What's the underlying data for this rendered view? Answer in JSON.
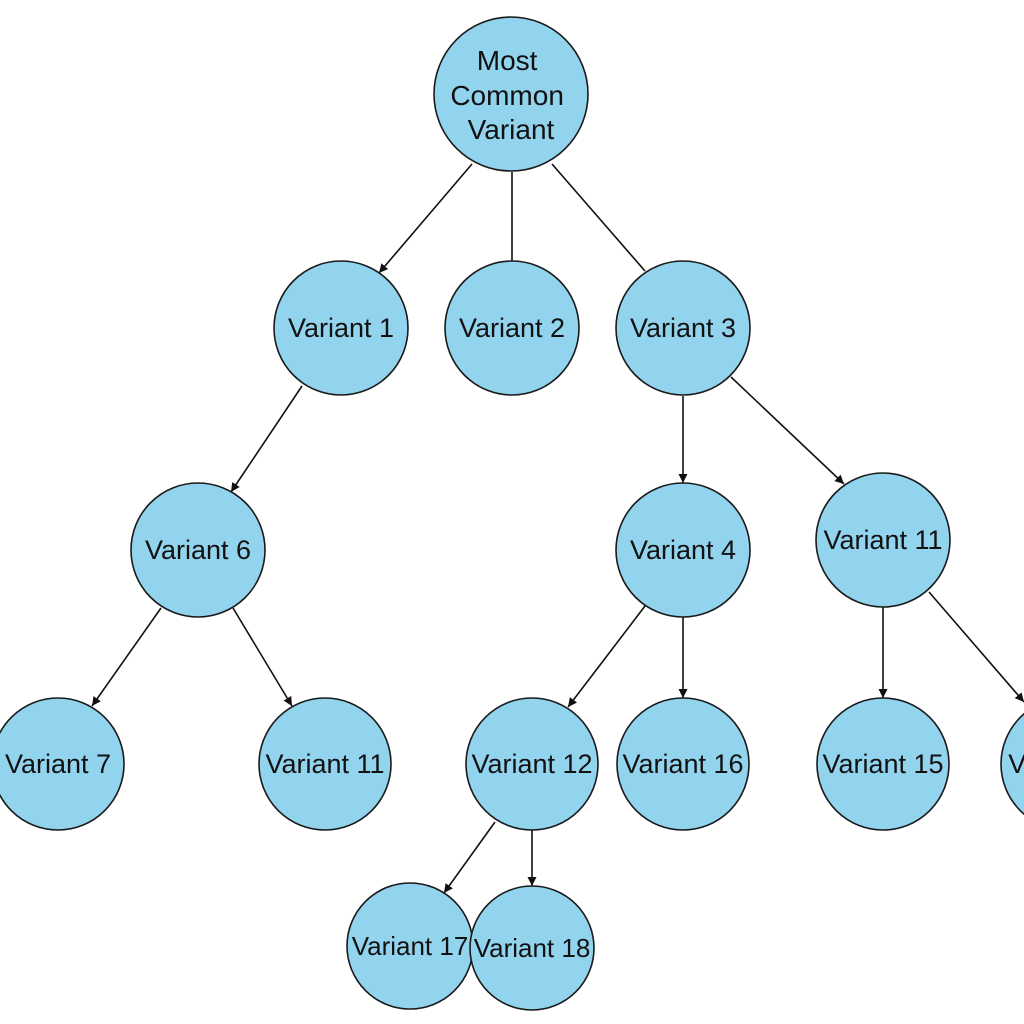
{
  "diagram": {
    "type": "tree",
    "node_fill": "#92d3ee",
    "node_stroke": "#1a1a1a",
    "edge_color": "#111111",
    "root": {
      "label_lines": [
        "Most",
        "Common",
        "Variant"
      ]
    },
    "nodes": {
      "variant_1": "Variant 1",
      "variant_2": "Variant 2",
      "variant_3": "Variant 3",
      "variant_6": "Variant 6",
      "variant_4": "Variant 4",
      "variant_11_a": "Variant 11",
      "variant_7": "Variant 7",
      "variant_11_b": "Variant 11",
      "variant_12": "Variant 12",
      "variant_16": "Variant 16",
      "variant_15": "Variant 15",
      "variant_cut": "Variant",
      "variant_17": "Variant 17",
      "variant_18": "Variant 18"
    },
    "edges": [
      {
        "from": "root",
        "to": "variant_1",
        "arrow": true
      },
      {
        "from": "root",
        "to": "variant_2",
        "arrow": false
      },
      {
        "from": "root",
        "to": "variant_3",
        "arrow": false
      },
      {
        "from": "variant_1",
        "to": "variant_6",
        "arrow": true
      },
      {
        "from": "variant_3",
        "to": "variant_4",
        "arrow": true
      },
      {
        "from": "variant_3",
        "to": "variant_11_a",
        "arrow": true
      },
      {
        "from": "variant_6",
        "to": "variant_7",
        "arrow": true
      },
      {
        "from": "variant_6",
        "to": "variant_11_b",
        "arrow": true
      },
      {
        "from": "variant_4",
        "to": "variant_12",
        "arrow": true
      },
      {
        "from": "variant_4",
        "to": "variant_16",
        "arrow": true
      },
      {
        "from": "variant_11_a",
        "to": "variant_15",
        "arrow": true
      },
      {
        "from": "variant_11_a",
        "to": "variant_cut",
        "arrow": true
      },
      {
        "from": "variant_12",
        "to": "variant_17",
        "arrow": true
      },
      {
        "from": "variant_12",
        "to": "variant_18",
        "arrow": true
      }
    ]
  }
}
